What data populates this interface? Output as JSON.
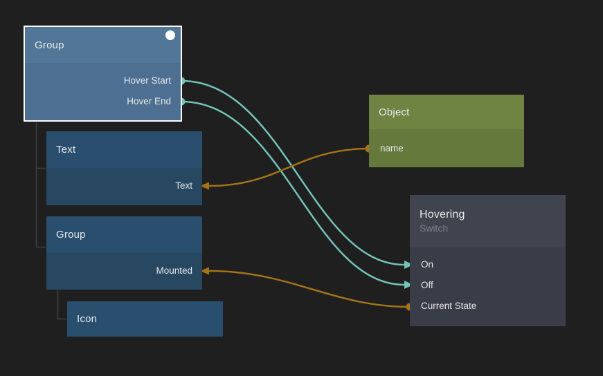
{
  "app": {
    "background_color": "#1f1f1f"
  },
  "palette": {
    "signal_connection": "#74c4ba",
    "data_connection": "#a4731a",
    "selection_border": "#ffffff",
    "tree_line": "#3f3f3f",
    "visual_node_header": "#2a4e6d",
    "visual_node_body": "#284862",
    "selected_node_header": "#527697",
    "selected_node_body": "#4d7092",
    "object_node_header": "#6f8442",
    "object_node_body": "#65793c",
    "logic_node_header": "#40444f",
    "logic_node_body": "#393d48",
    "title_text": "#e8e9eb",
    "subtitle_text": "#7b808a"
  },
  "nodes": {
    "group_root": {
      "title": "Group",
      "selected": true,
      "ports": [
        {
          "label": "Hover Start",
          "side": "right",
          "kind": "signal-output"
        },
        {
          "label": "Hover End",
          "side": "right",
          "kind": "signal-output"
        }
      ]
    },
    "text": {
      "title": "Text",
      "ports": [
        {
          "label": "Text",
          "side": "right",
          "kind": "data-input"
        }
      ]
    },
    "group_child": {
      "title": "Group",
      "ports": [
        {
          "label": "Mounted",
          "side": "right",
          "kind": "data-input"
        }
      ]
    },
    "icon": {
      "title": "Icon",
      "ports": []
    },
    "object": {
      "title": "Object",
      "ports": [
        {
          "label": "name",
          "side": "left",
          "kind": "data-output"
        }
      ]
    },
    "hovering": {
      "title": "Hovering",
      "subtitle": "Switch",
      "ports": [
        {
          "label": "On",
          "side": "left",
          "kind": "signal-input"
        },
        {
          "label": "Off",
          "side": "left",
          "kind": "signal-input"
        },
        {
          "label": "Current State",
          "side": "left",
          "kind": "data-output"
        }
      ]
    }
  },
  "connections": [
    {
      "from": "Group.Hover Start",
      "to": "Hovering.On",
      "type": "signal"
    },
    {
      "from": "Group.Hover End",
      "to": "Hovering.Off",
      "type": "signal"
    },
    {
      "from": "Object.name",
      "to": "Text.Text",
      "type": "data"
    },
    {
      "from": "Hovering.Current State",
      "to": "Group.Mounted",
      "type": "data"
    }
  ],
  "hierarchy": [
    {
      "parent": "Group (root)",
      "children": [
        "Text",
        "Group (child)"
      ]
    },
    {
      "parent": "Group (child)",
      "children": [
        "Icon"
      ]
    }
  ]
}
